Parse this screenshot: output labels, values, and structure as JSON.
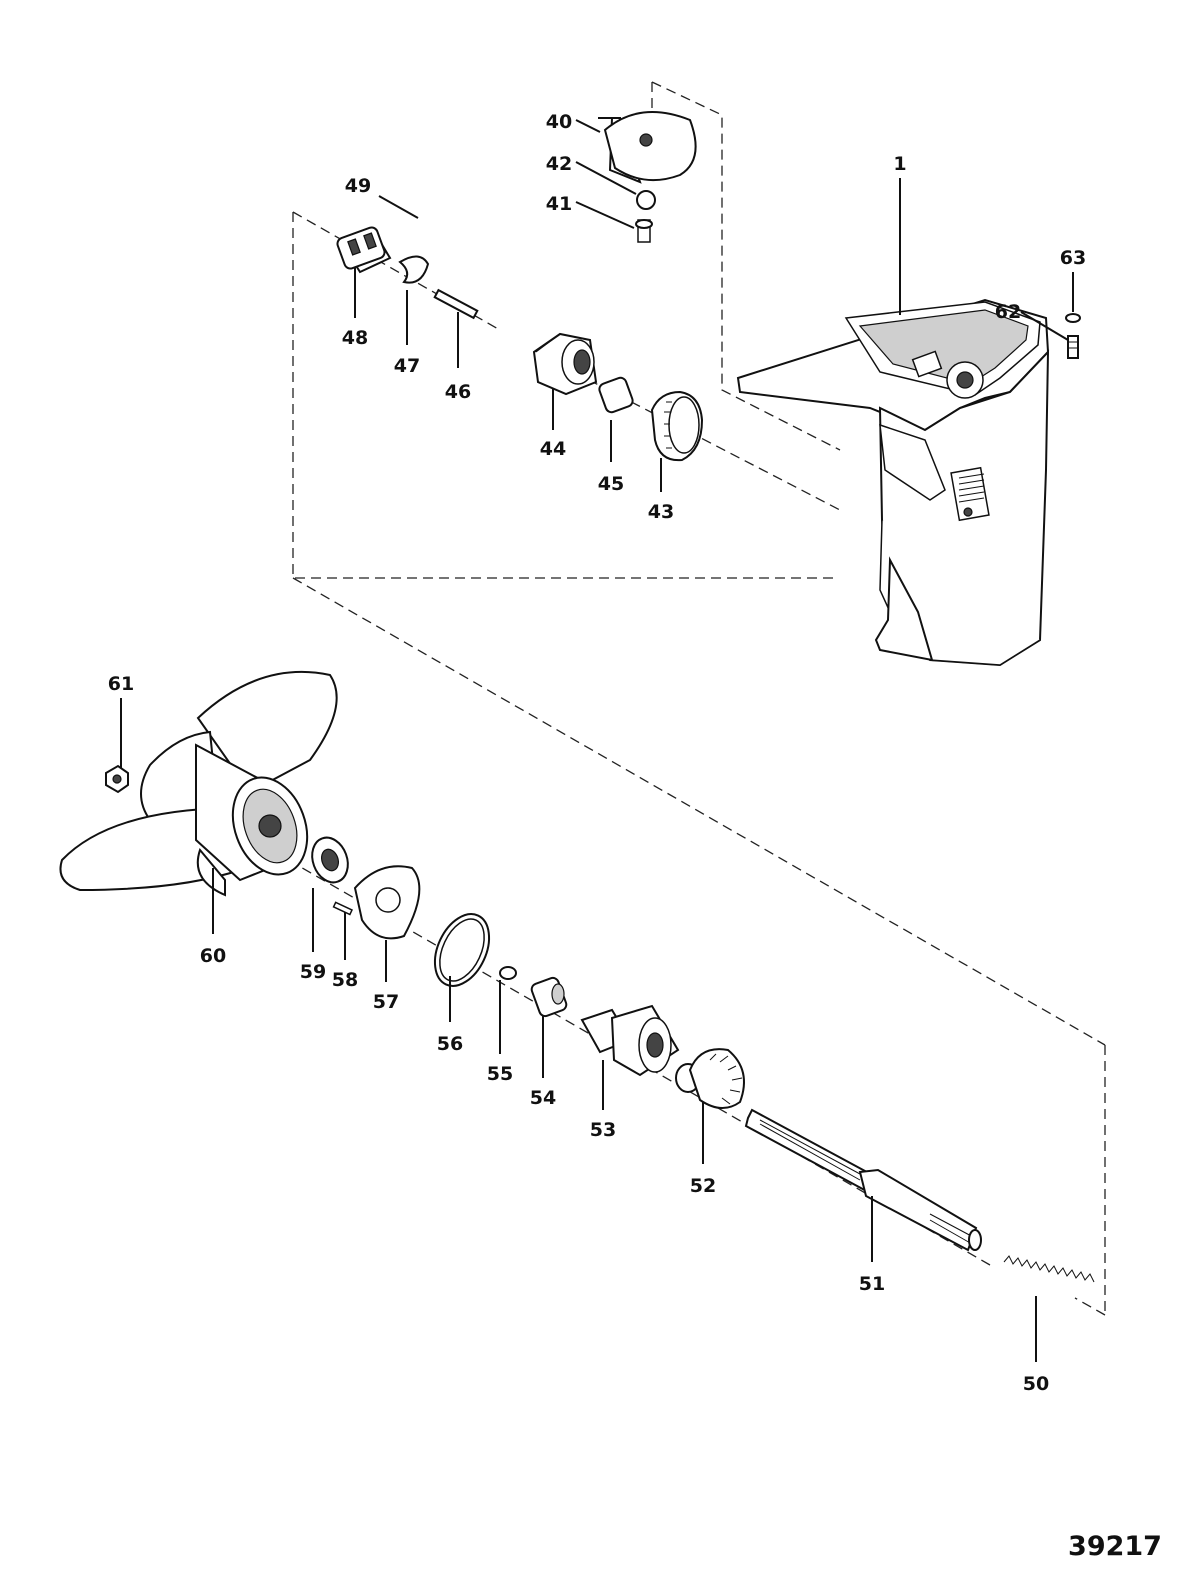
{
  "figure_number": "39217",
  "callouts": [
    {
      "id": "1",
      "label": "1"
    },
    {
      "id": "40",
      "label": "40"
    },
    {
      "id": "41",
      "label": "41"
    },
    {
      "id": "42",
      "label": "42"
    },
    {
      "id": "43",
      "label": "43"
    },
    {
      "id": "44",
      "label": "44"
    },
    {
      "id": "45",
      "label": "45"
    },
    {
      "id": "46",
      "label": "46"
    },
    {
      "id": "47",
      "label": "47"
    },
    {
      "id": "48",
      "label": "48"
    },
    {
      "id": "49",
      "label": "49"
    },
    {
      "id": "50",
      "label": "50"
    },
    {
      "id": "51",
      "label": "51"
    },
    {
      "id": "52",
      "label": "52"
    },
    {
      "id": "53",
      "label": "53"
    },
    {
      "id": "54",
      "label": "54"
    },
    {
      "id": "55",
      "label": "55"
    },
    {
      "id": "56",
      "label": "56"
    },
    {
      "id": "57",
      "label": "57"
    },
    {
      "id": "58",
      "label": "58"
    },
    {
      "id": "59",
      "label": "59"
    },
    {
      "id": "60",
      "label": "60"
    },
    {
      "id": "61",
      "label": "61"
    },
    {
      "id": "62",
      "label": "62"
    },
    {
      "id": "63",
      "label": "63"
    }
  ]
}
